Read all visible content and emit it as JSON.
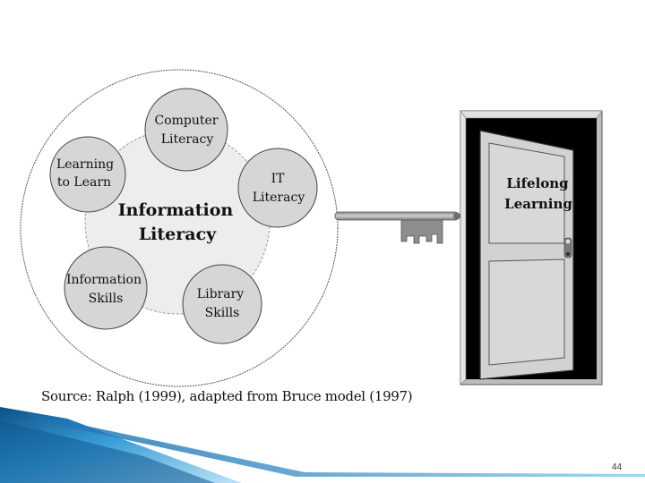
{
  "diagram": {
    "center_label": [
      "Information",
      "Literacy"
    ],
    "nodes": {
      "computer_literacy": [
        "Computer",
        "Literacy"
      ],
      "learning_to_learn": [
        "Learning",
        "to Learn"
      ],
      "it_literacy": [
        "IT",
        "Literacy"
      ],
      "information_skills": [
        "Information",
        "Skills"
      ],
      "library_skills": [
        "Library",
        "Skills"
      ]
    },
    "door_label": [
      "Lifelong",
      "Learning"
    ]
  },
  "caption": "Source: Ralph (1999), adapted from Bruce model (1997)",
  "page_number": "44",
  "colors": {
    "node_fill": "#d7d7d7",
    "inner_circle": "#ececec",
    "door_fill": "#cfcfcf",
    "door_dark": "#000000",
    "footer_blue": "#3a9ed6"
  }
}
